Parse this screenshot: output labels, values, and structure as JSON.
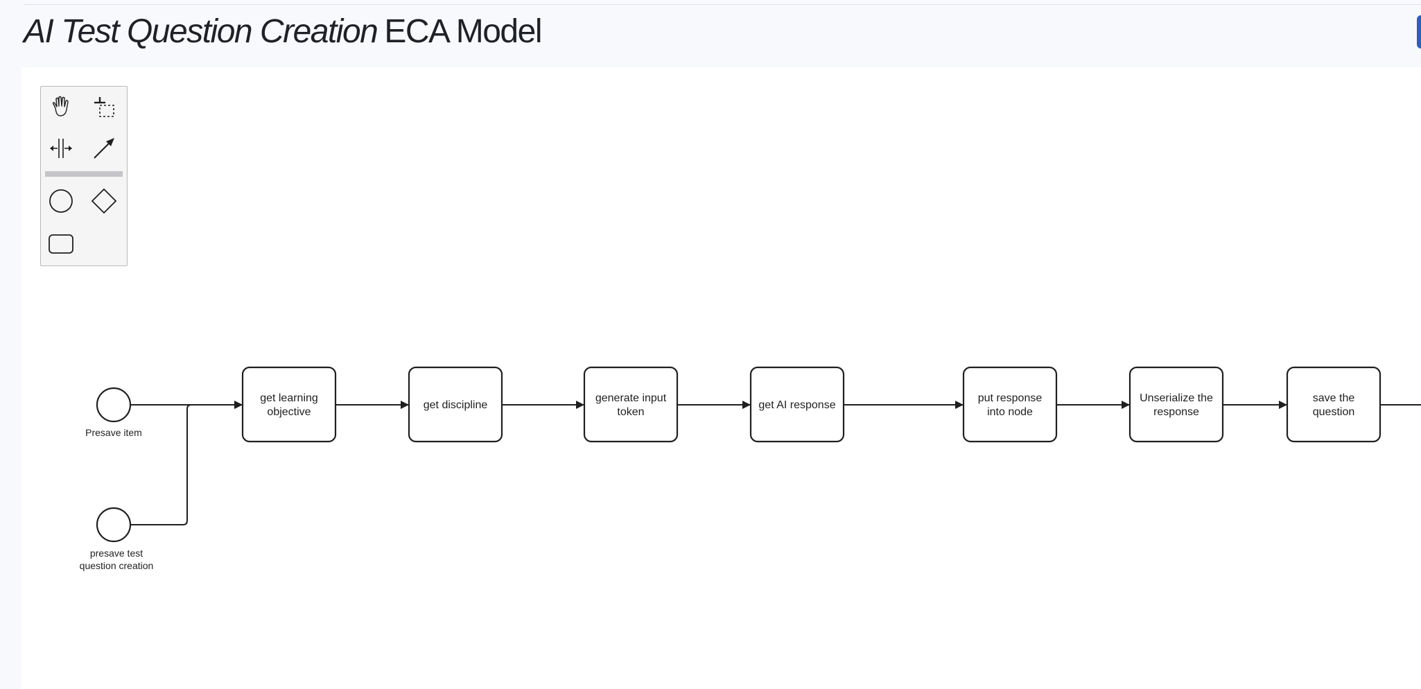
{
  "header": {
    "title_italic": "AI Test Question Creation",
    "title_rest": "ECA Model"
  },
  "palette": {
    "tools": [
      {
        "name": "hand-tool",
        "icon": "hand-icon"
      },
      {
        "name": "lasso-tool",
        "icon": "lasso-icon"
      },
      {
        "name": "space-tool",
        "icon": "space-icon"
      },
      {
        "name": "connect-tool",
        "icon": "arrow-icon"
      },
      {
        "name": "create-event",
        "icon": "circle-icon"
      },
      {
        "name": "create-gateway",
        "icon": "diamond-icon"
      },
      {
        "name": "create-task",
        "icon": "rounded-rect-icon"
      }
    ]
  },
  "diagram": {
    "events": [
      {
        "id": "presave-item",
        "label": [
          "Presave item"
        ]
      },
      {
        "id": "presave-test-question-creation",
        "label": [
          "presave test",
          "question creation"
        ]
      }
    ],
    "tasks": [
      {
        "id": "get-learning-objective",
        "label": [
          "get learning",
          "objective"
        ]
      },
      {
        "id": "get-discipline",
        "label": [
          "get discipline"
        ]
      },
      {
        "id": "generate-input-token",
        "label": [
          "generate input",
          "token"
        ]
      },
      {
        "id": "get-ai-response",
        "label": [
          "get AI response"
        ]
      },
      {
        "id": "put-response-into-node",
        "label": [
          "put response",
          "into node"
        ]
      },
      {
        "id": "unserialize-the-response",
        "label": [
          "Unserialize the",
          "response"
        ]
      },
      {
        "id": "save-the-question",
        "label": [
          "save the",
          "question"
        ]
      }
    ]
  },
  "colors": {
    "stroke": "#1f1f1f",
    "accent": "#2f5fbd"
  }
}
